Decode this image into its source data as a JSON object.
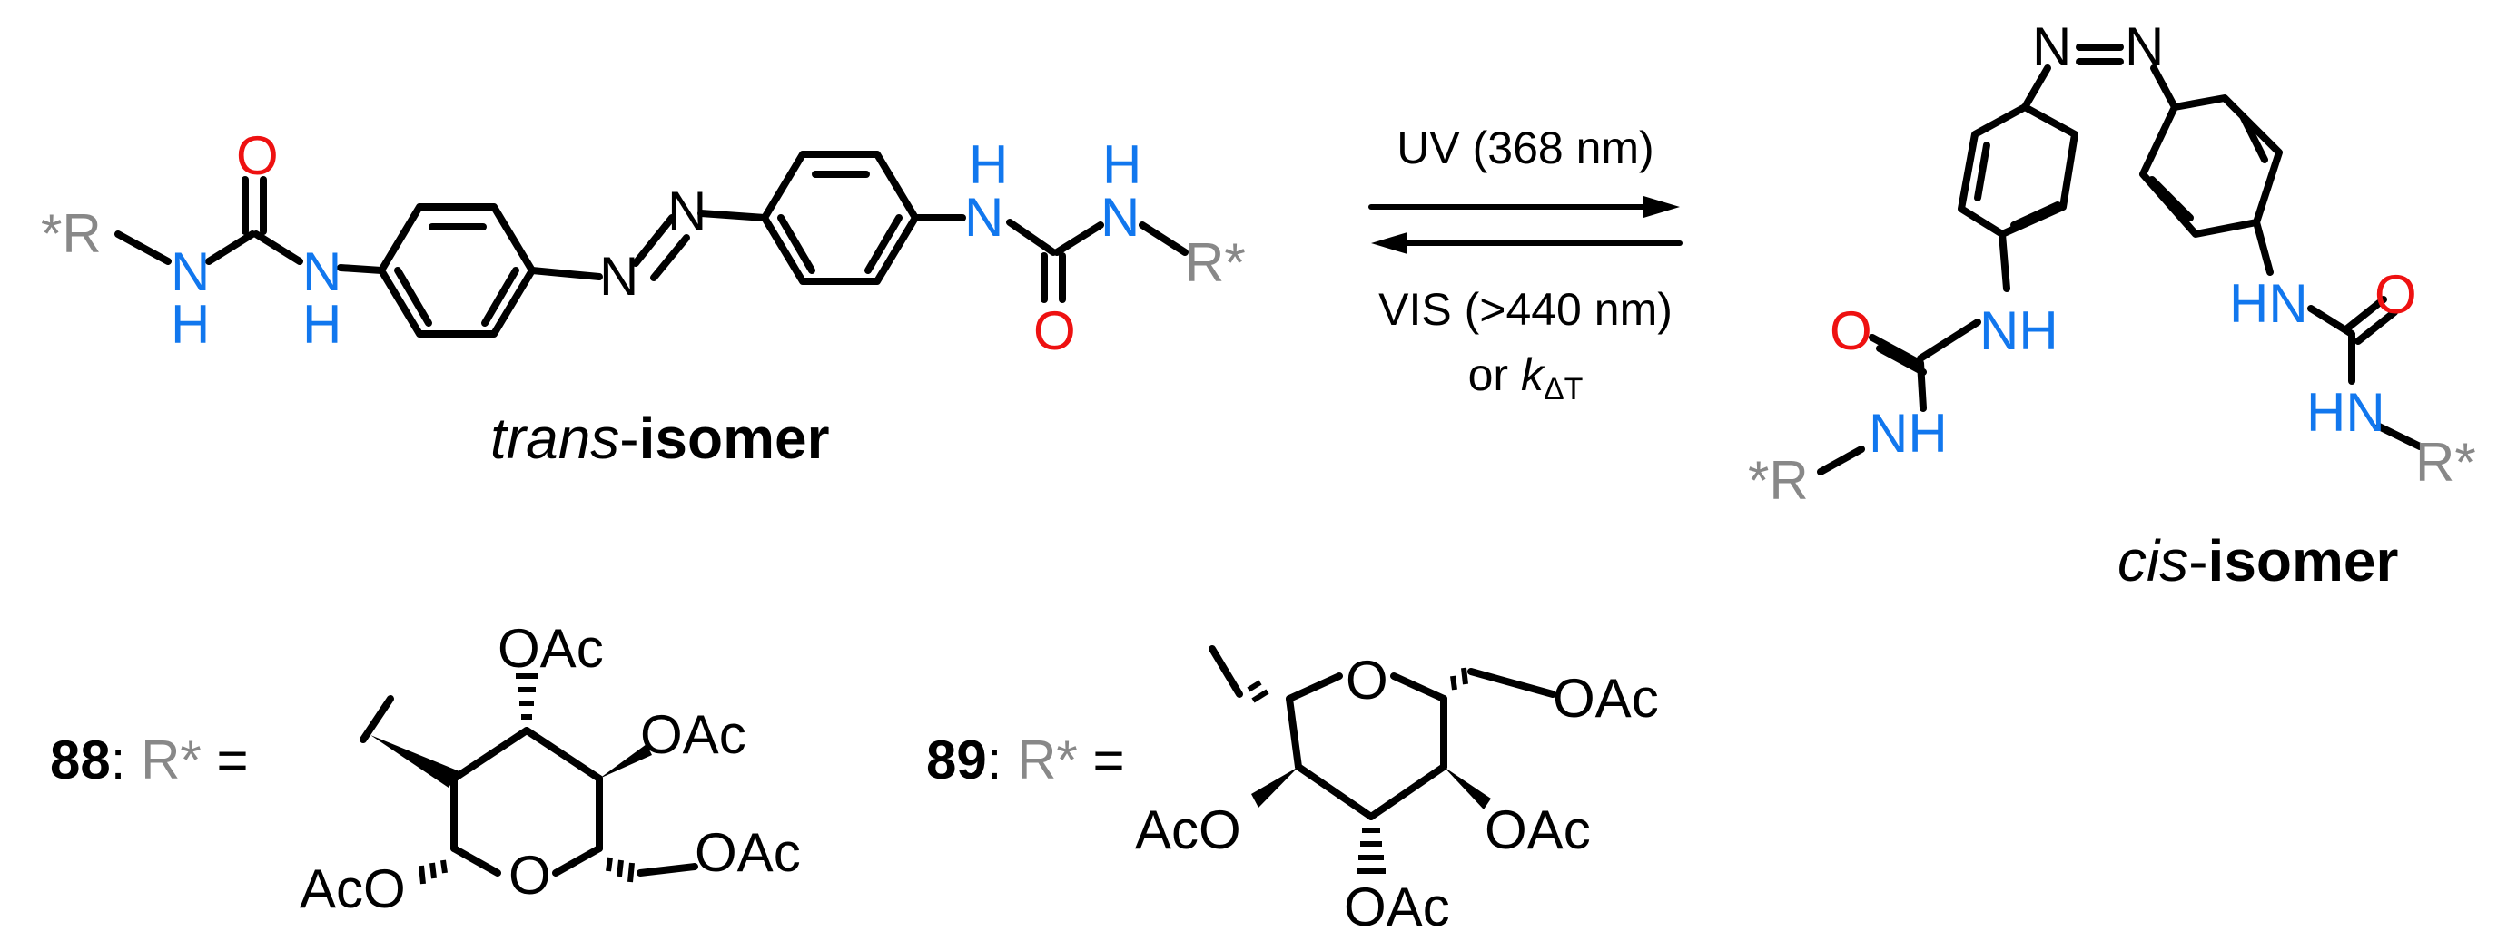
{
  "colors": {
    "oxygen": "#ee1111",
    "nitrogen": "#1177ee",
    "r_group": "#888888",
    "bond": "#000000"
  },
  "atoms": {
    "O": "O",
    "N": "N",
    "NH": "NH",
    "HN": "HN",
    "H": "H",
    "R_left": "*R",
    "R_right": "R*",
    "OAc": "OAc",
    "AcO": "AcO"
  },
  "trans_isomer": {
    "italic": "trans",
    "bold": "isomer",
    "sep": "-"
  },
  "cis_isomer": {
    "italic": "cis",
    "bold": "isomer",
    "sep": "-"
  },
  "conditions": {
    "forward": "UV (368 nm)",
    "reverse": "VIS (>440 nm)",
    "thermal_prefix": "or ",
    "thermal_k": "k",
    "thermal_sub": "ΔT"
  },
  "compounds": [
    {
      "number": "88",
      "colon": ":",
      "r_label": "R*",
      "equals": " ="
    },
    {
      "number": "89",
      "colon": ":",
      "r_label": "R*",
      "equals": " ="
    }
  ]
}
